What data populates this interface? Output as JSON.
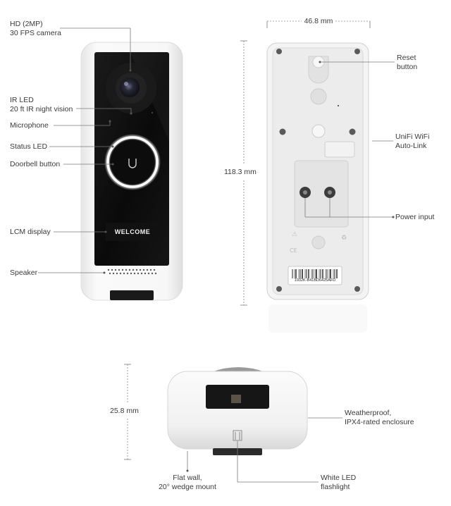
{
  "front": {
    "camera": [
      "HD (2MP)",
      "30 FPS camera"
    ],
    "ir_led": [
      "IR LED",
      "20 ft IR night vision"
    ],
    "microphone": "Microphone",
    "status_led": "Status LED",
    "doorbell_button": "Doorbell button",
    "lcm_display": "LCM display",
    "display_text": "WELCOME",
    "speaker": "Speaker"
  },
  "back": {
    "width": "46.8 mm",
    "height": "118.3 mm",
    "reset_button": [
      "Reset",
      "button"
    ],
    "unifi_wifi": [
      "UniFi WiFi",
      "Auto-Link"
    ],
    "power_input": "Power input",
    "barcode_text": "1932K-B41BD6425AFD"
  },
  "side": {
    "depth": "25.8 mm",
    "enclosure": [
      "Weatherproof,",
      "IPX4-rated enclosure"
    ],
    "mount": [
      "Flat wall,",
      "20° wedge mount"
    ],
    "flashlight": [
      "White LED",
      "flashlight"
    ]
  },
  "colors": {
    "device_body": "#f4f4f4",
    "face_glass": "#0c0c0c",
    "ring_led": "#ffffff",
    "leader_line": "#7a7a7a"
  }
}
